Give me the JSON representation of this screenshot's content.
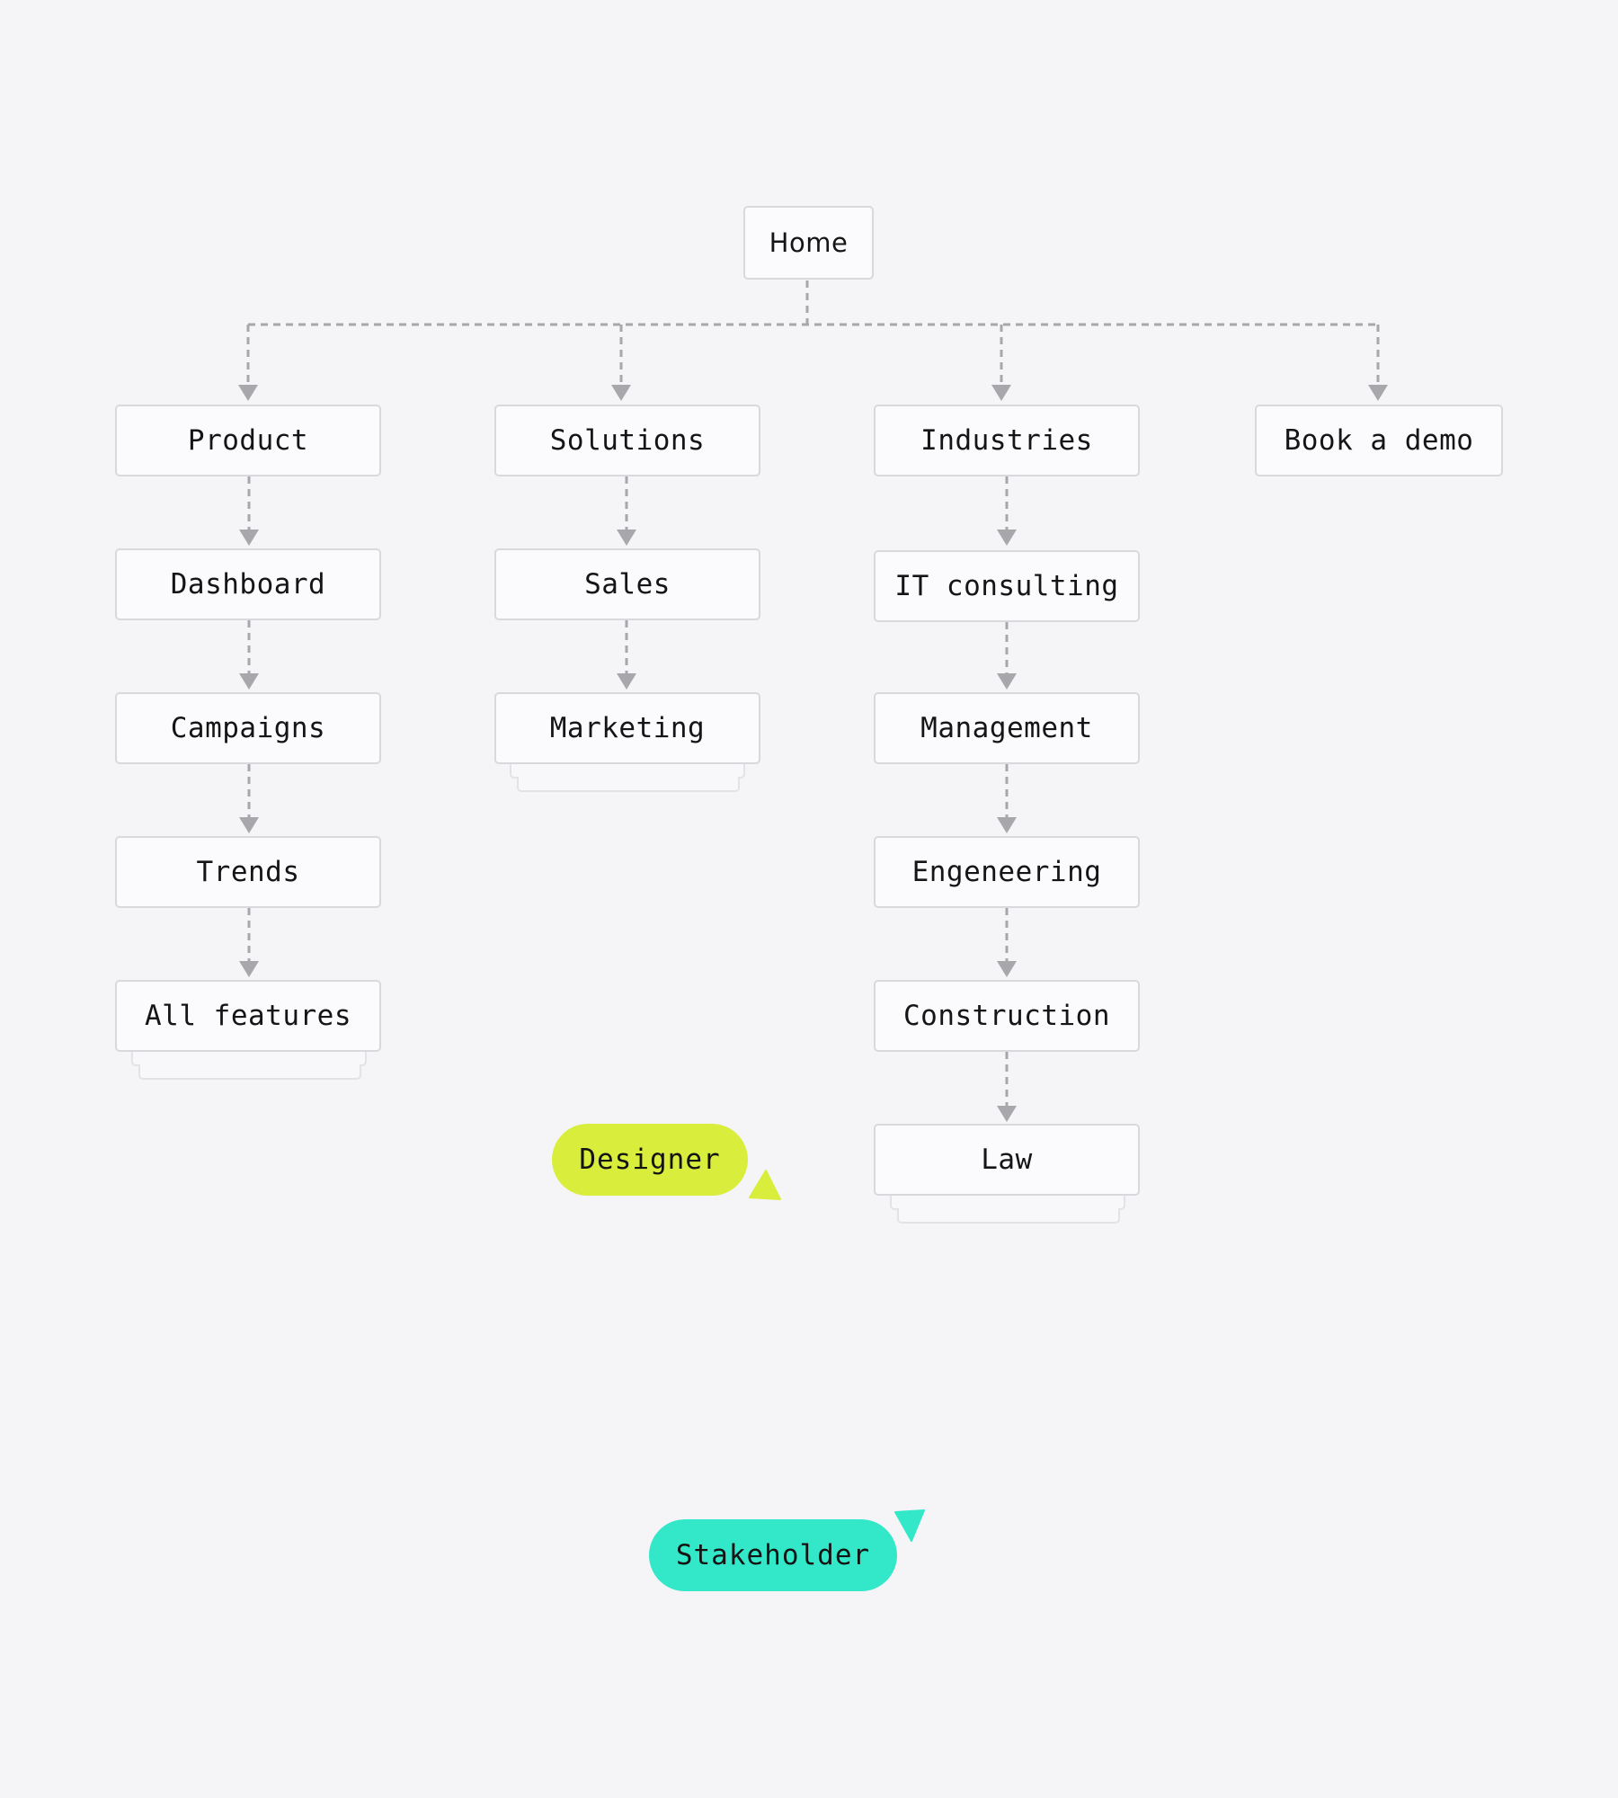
{
  "sitemap": {
    "home": "Home",
    "sections": [
      {
        "label": "Product",
        "children": [
          "Dashboard",
          "Campaigns",
          "Trends",
          "All features"
        ]
      },
      {
        "label": "Solutions",
        "children": [
          "Sales",
          "Marketing"
        ]
      },
      {
        "label": "Industries",
        "children": [
          "IT consulting",
          "Management",
          "Engeneering",
          "Construction",
          "Law"
        ]
      },
      {
        "label": "Book a demo",
        "children": []
      }
    ]
  },
  "collaborators": [
    {
      "label": "Designer",
      "color": "#d9ee3c"
    },
    {
      "label": "Stakeholder",
      "color": "#33e8c9"
    }
  ],
  "colors": {
    "background": "#f5f4f7",
    "connector": "#a8a7ab",
    "node_border": "#d9d8dc"
  }
}
